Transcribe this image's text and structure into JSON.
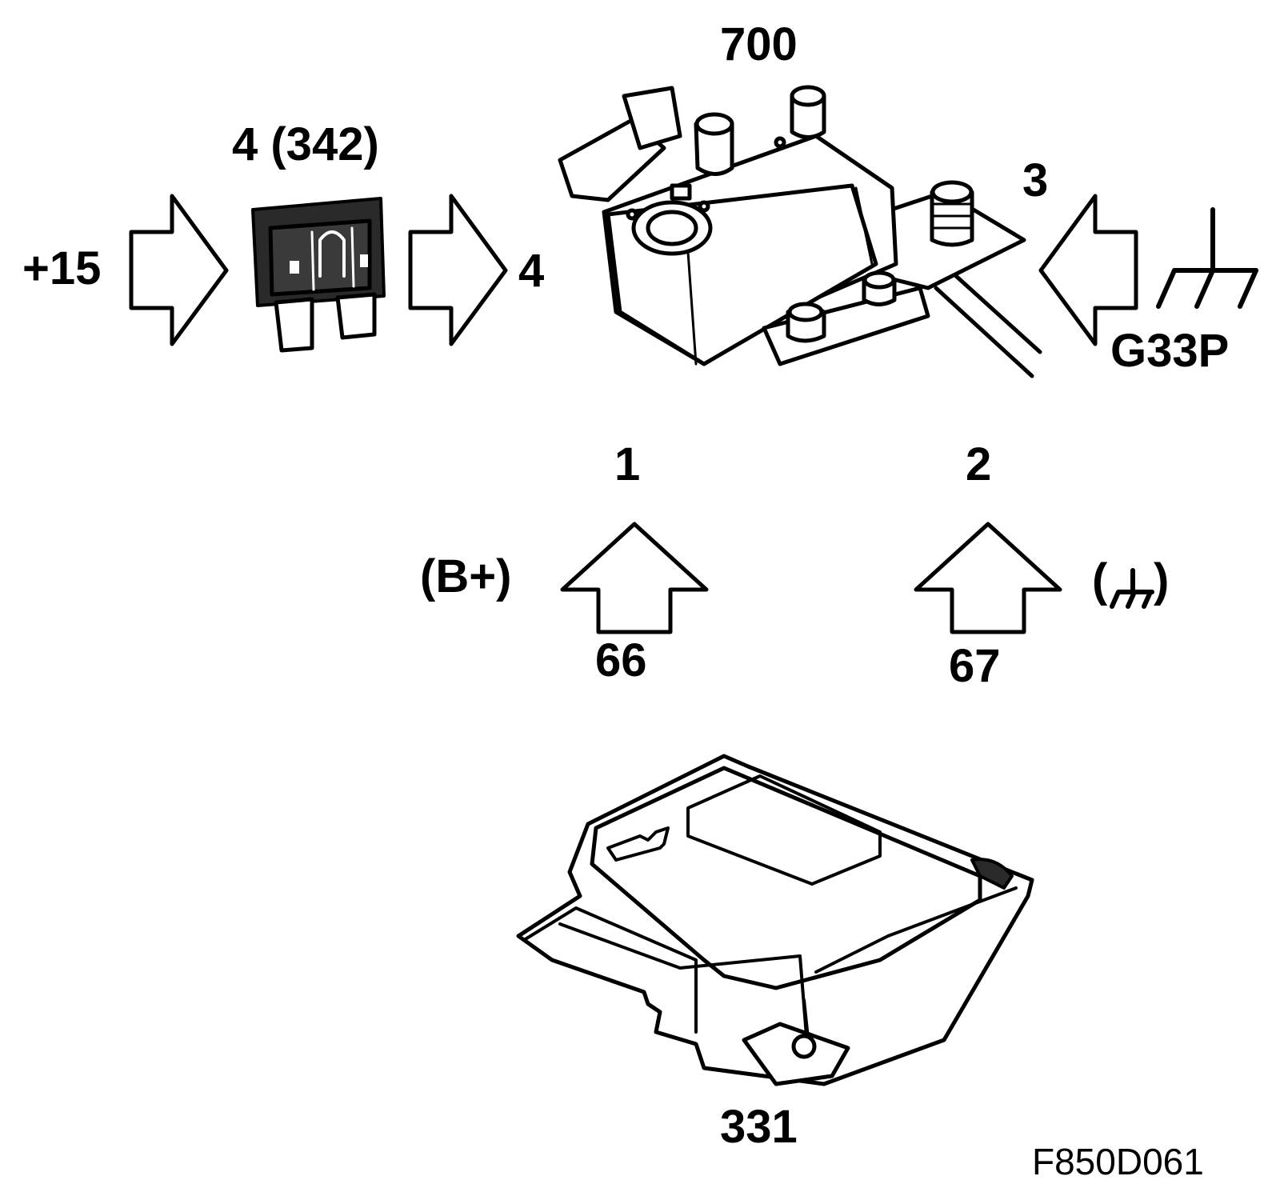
{
  "labels": {
    "supply": "+15",
    "fuse": "4 (342)",
    "pin_in": "4",
    "component_top": "700",
    "pin_ground": "3",
    "ground_point": "G33P",
    "pin_1": "1",
    "pin_2": "2",
    "battery": "(B+)",
    "ground_paren_open": "(",
    "ground_paren_close": ")",
    "wire_66": "66",
    "wire_67": "67",
    "component_bottom": "331",
    "figure_ref": "F850D061"
  },
  "icons": {
    "arrow": "block-arrow-icon",
    "fuse": "blade-fuse-icon",
    "ground": "ground-symbol-icon",
    "relay": "relay-module-icon",
    "control_unit": "control-unit-icon"
  },
  "colors": {
    "line": "#000000",
    "background": "#ffffff",
    "fuse_body": "#2a2a2a"
  }
}
